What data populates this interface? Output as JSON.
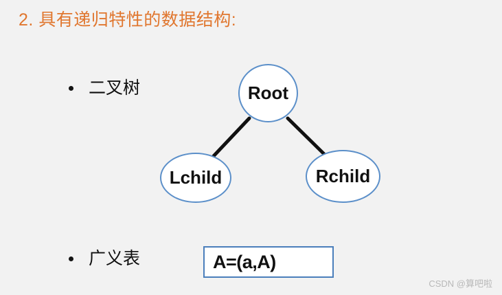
{
  "slide": {
    "background_color": "#f2f2f2",
    "title": "2. 具有递归特性的数据结构:",
    "title_color": "#E0762E"
  },
  "bullets": [
    {
      "label": "二叉树",
      "marker": "bullet-dot"
    },
    {
      "label": "广义表",
      "marker": "bullet-dot"
    }
  ],
  "tree": {
    "node_border_color": "#5B8FC9",
    "node_fill_color": "#ffffff",
    "edge_color": "#111111",
    "nodes": [
      {
        "id": "root",
        "label": "Root"
      },
      {
        "id": "lchild",
        "label": "Lchild"
      },
      {
        "id": "rchild",
        "label": "Rchild"
      }
    ],
    "edges": [
      {
        "from": "root",
        "to": "lchild"
      },
      {
        "from": "root",
        "to": "rchild"
      }
    ]
  },
  "formula": {
    "text": "A=(a,A)",
    "border_color": "#4A7EBB",
    "fill_color": "#ffffff"
  },
  "watermark": {
    "text": "CSDN @算吧啦"
  }
}
